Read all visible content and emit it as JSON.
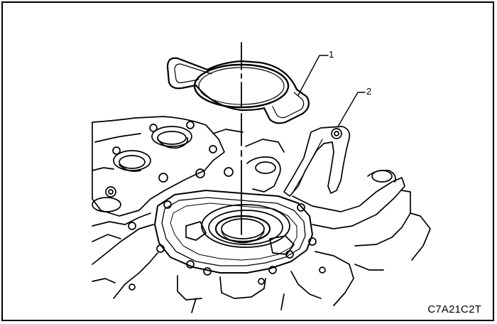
{
  "callouts": [
    {
      "id": "1",
      "label": "1"
    },
    {
      "id": "2",
      "label": "2"
    }
  ],
  "figure_code": "C7A21C2T",
  "colors": {
    "line": "#000000",
    "background": "#ffffff"
  }
}
